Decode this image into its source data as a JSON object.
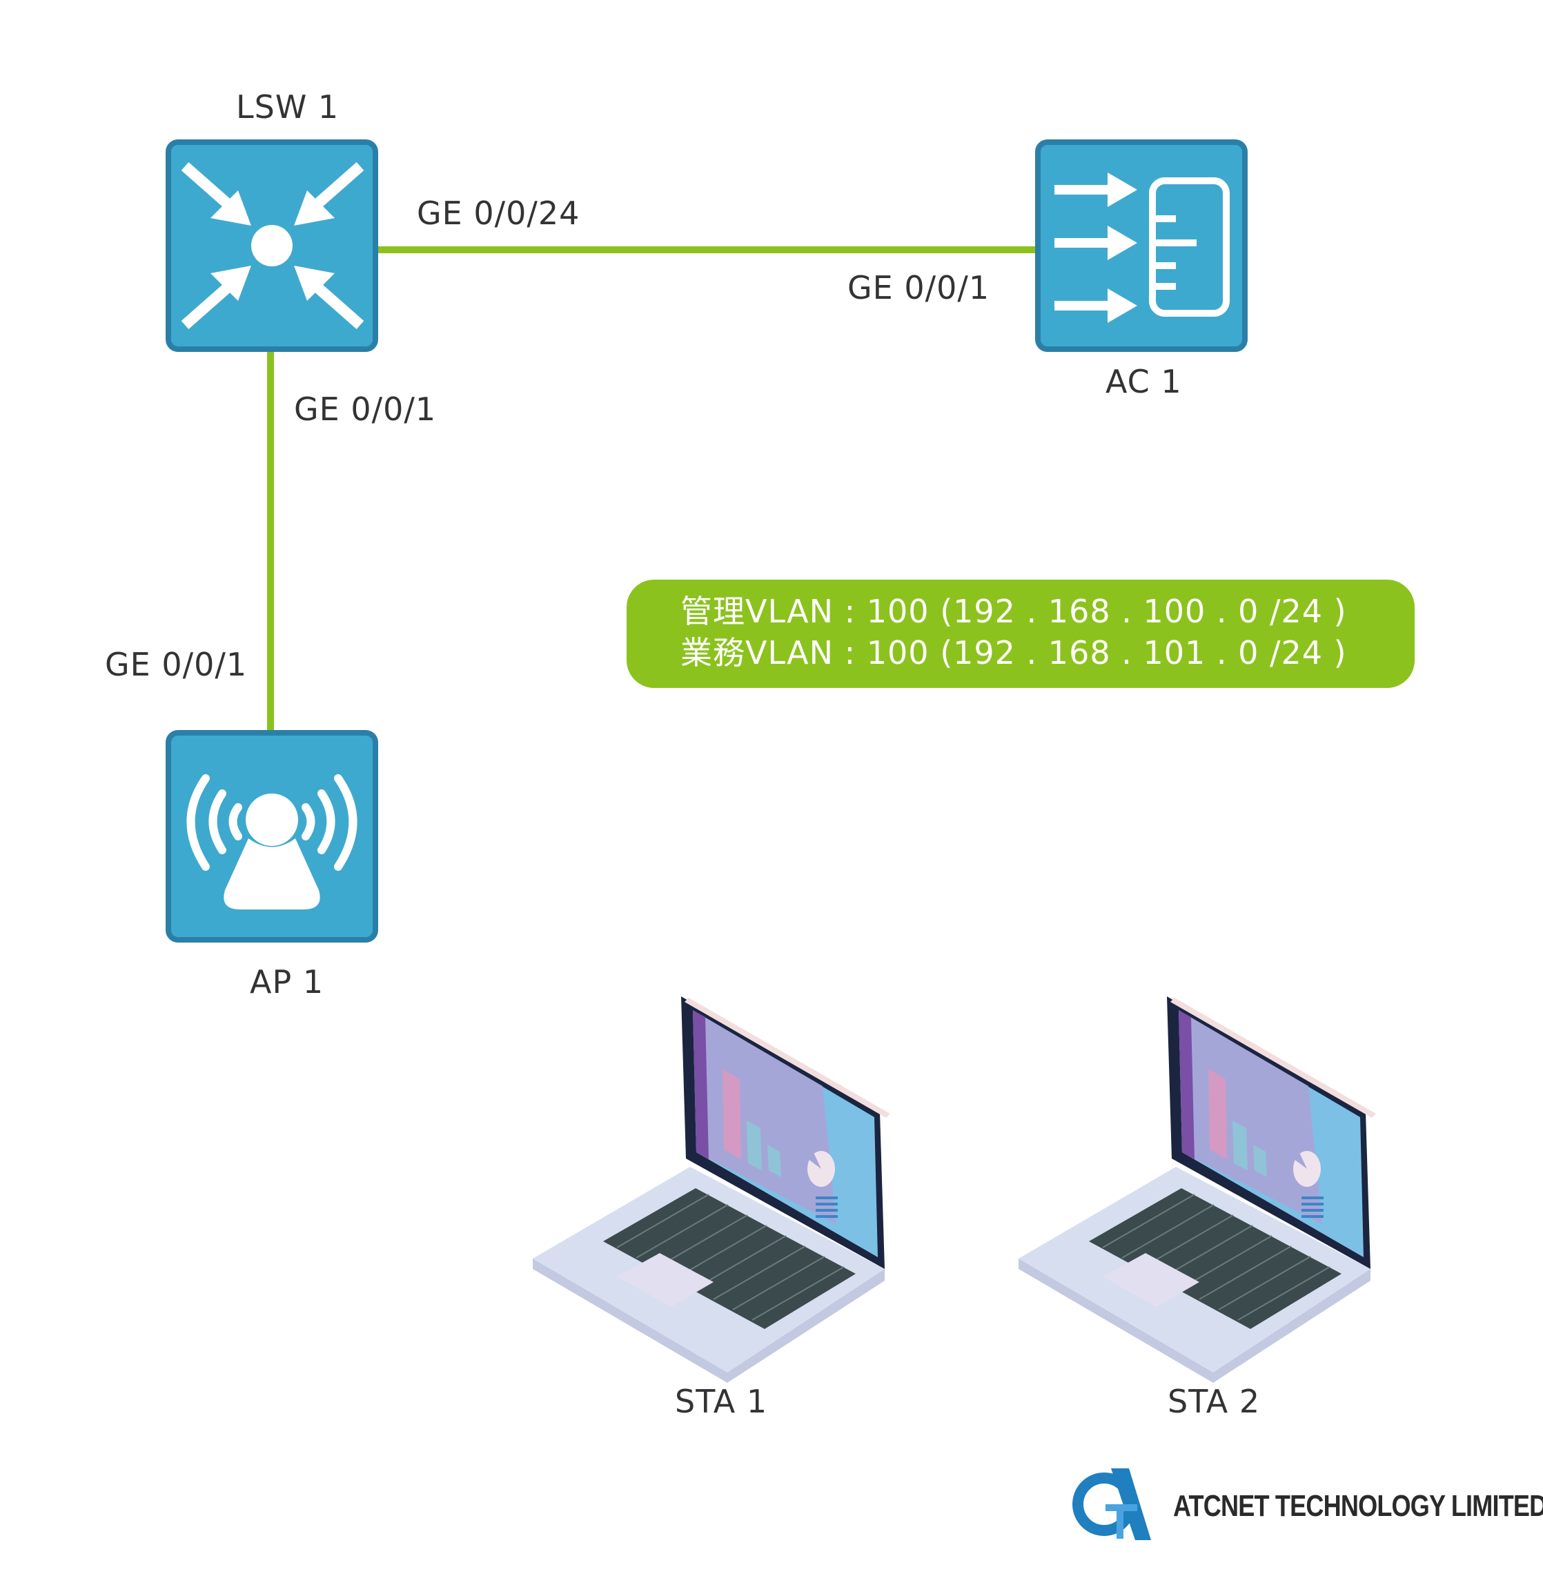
{
  "nodes": {
    "lsw1": "LSW 1",
    "ac1": "AC 1",
    "ap1": "AP 1",
    "sta1": "STA 1",
    "sta2": "STA 2"
  },
  "links": {
    "lsw_ac": {
      "lsw_port": "GE 0/0/24",
      "ac_port": "GE 0/0/1"
    },
    "lsw_ap": {
      "lsw_port": "GE 0/0/1",
      "ap_port": "GE 0/0/1"
    }
  },
  "vlan_info": {
    "management": "管理VLAN : 100 (192 . 168 . 100 . 0 /24 )",
    "service": "業務VLAN : 100 (192 . 168 . 101 . 0 /24 )"
  },
  "brand": {
    "name": "ATCNET TECHNOLOGY LIMITED"
  },
  "colors": {
    "device_fill": "#3ea9ce",
    "device_border": "#2a7fa8",
    "link": "#8cc21e",
    "vlan_box": "#8cc21e"
  },
  "icons": {
    "lsw1": "switch-arrows-icon",
    "ac1": "access-controller-icon",
    "ap1": "wireless-ap-icon",
    "sta": "laptop-icon",
    "brand": "atcnet-logo-icon"
  }
}
